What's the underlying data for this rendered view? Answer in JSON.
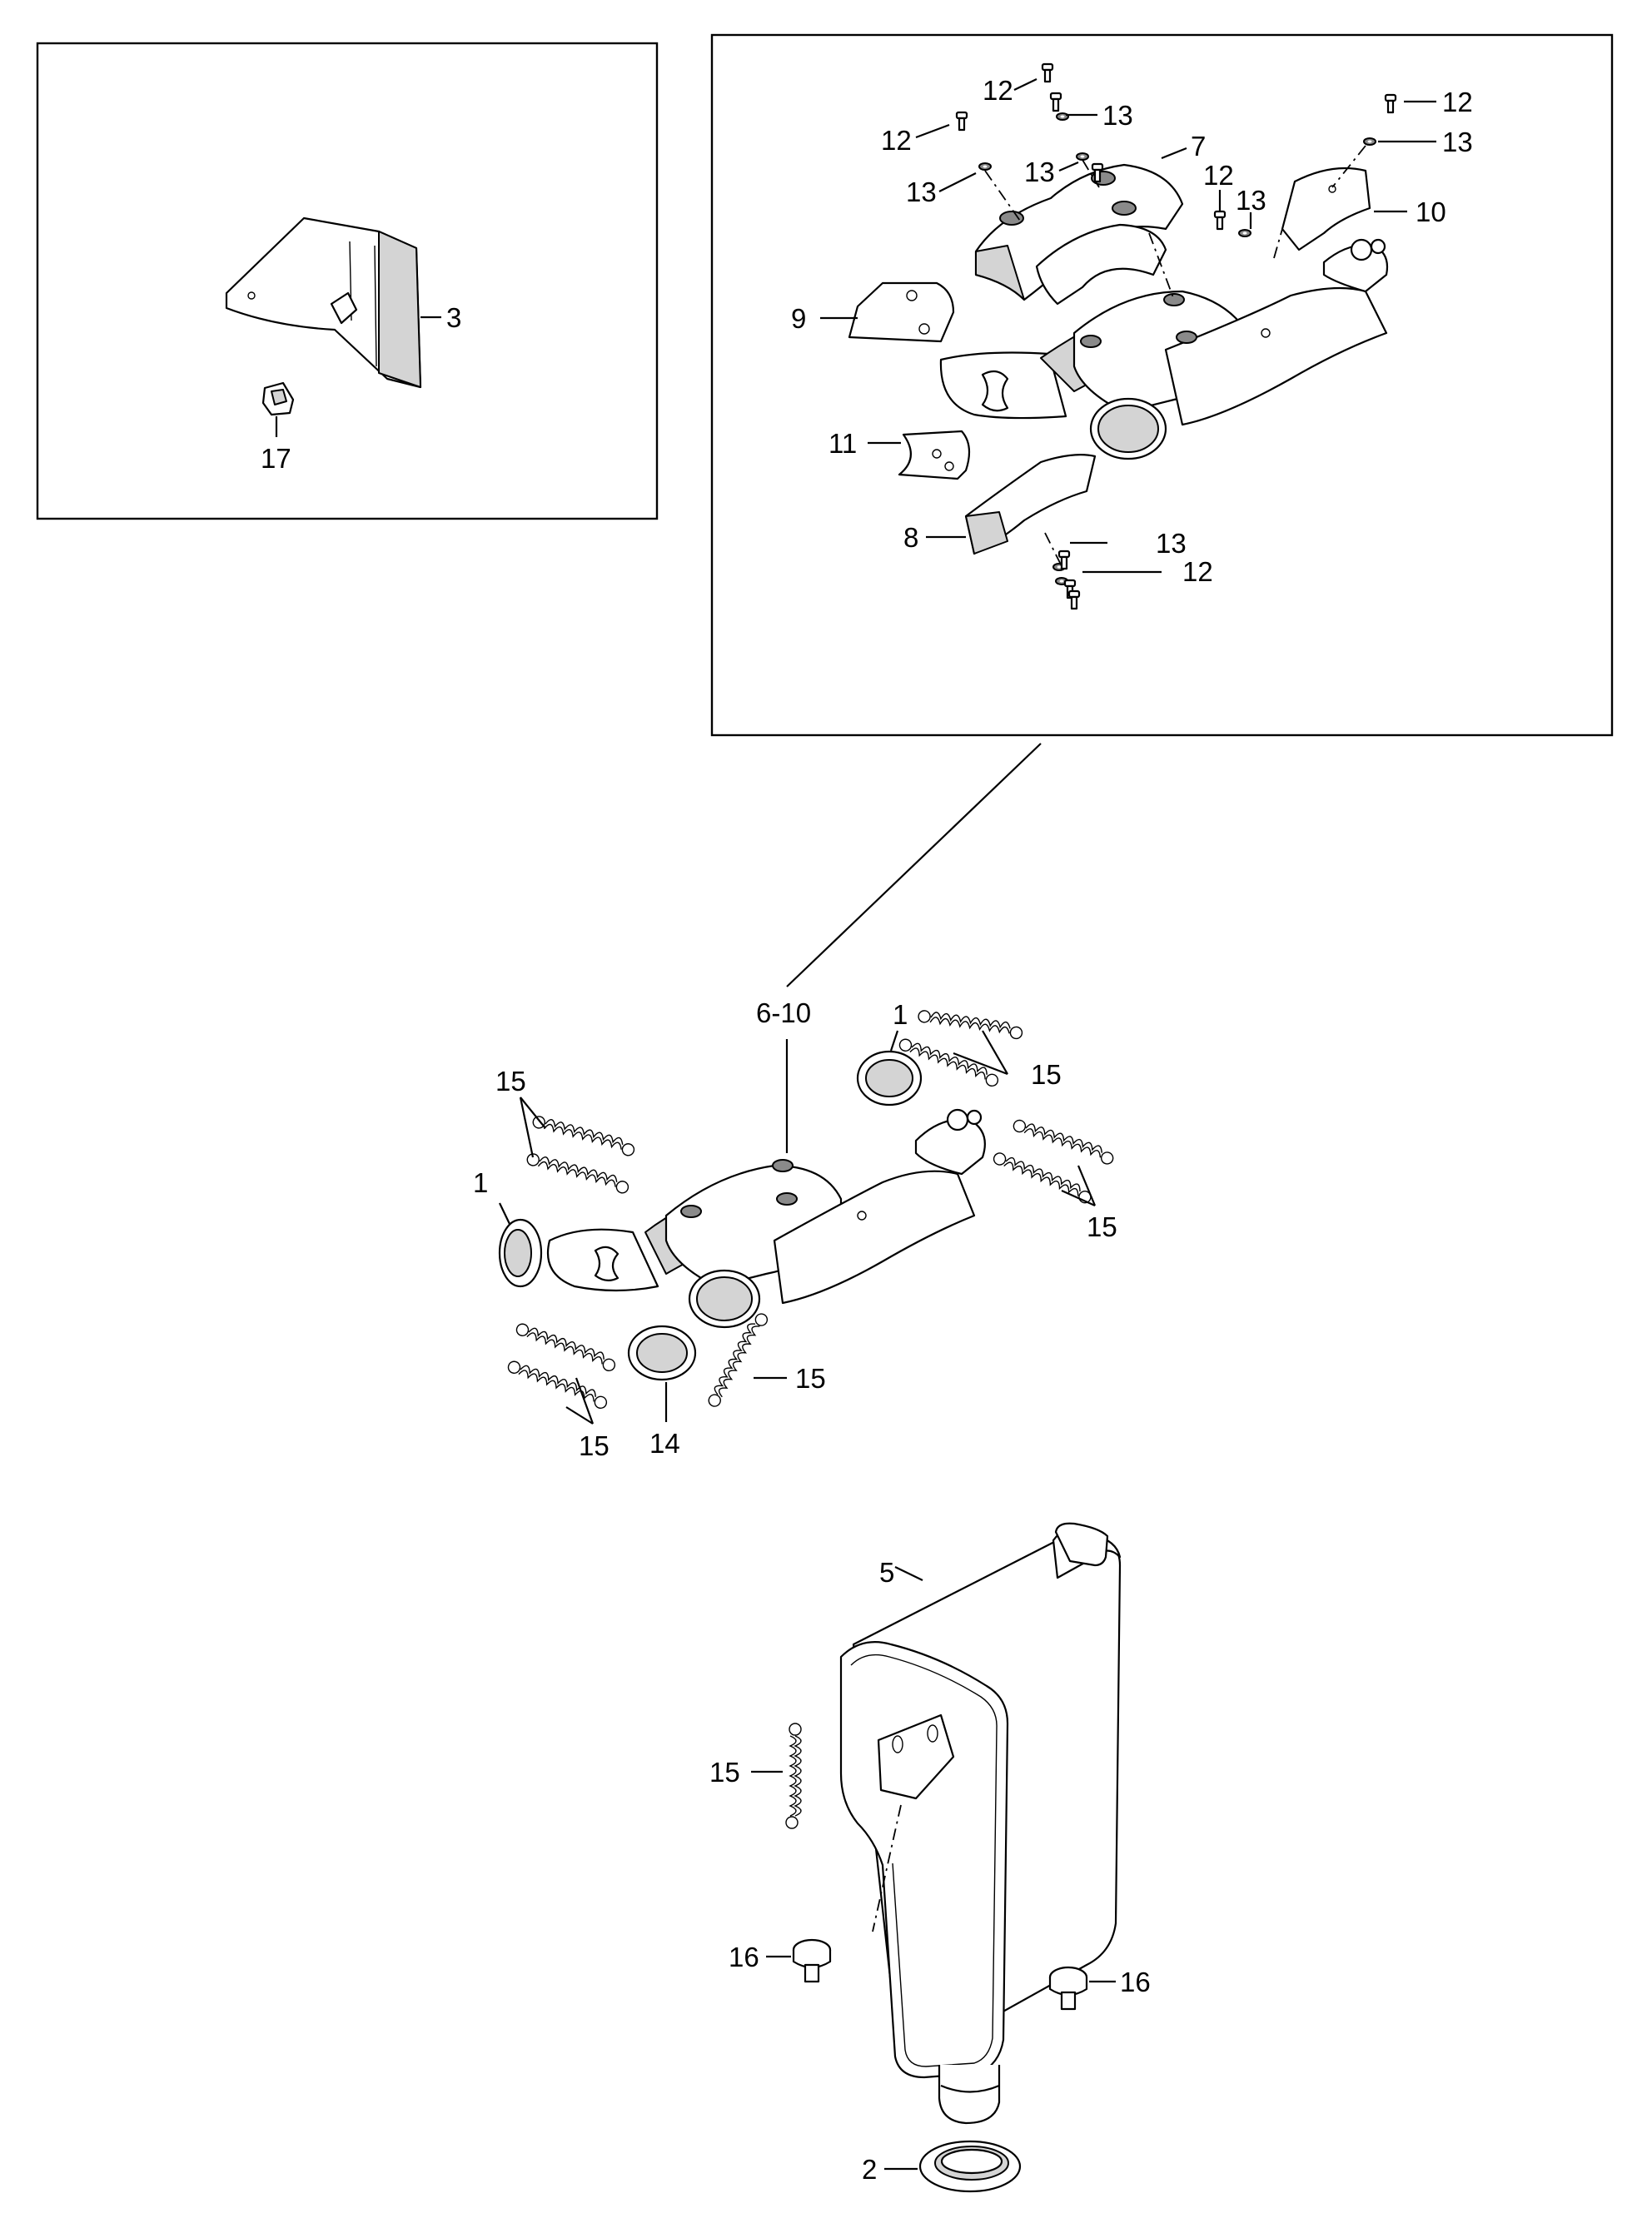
{
  "callouts": {
    "c3": "3",
    "c17": "17",
    "c12a": "12",
    "c12b": "12",
    "c12c": "12",
    "c12d": "12",
    "c12e": "12",
    "c13a": "13",
    "c13b": "13",
    "c13c": "13",
    "c13d": "13",
    "c13e": "13",
    "c13f": "13",
    "c7": "7",
    "c10": "10",
    "c9": "9",
    "c11": "11",
    "c8": "8",
    "c6_10": "6-10",
    "c1a": "1",
    "c1b": "1",
    "c15a": "15",
    "c15b": "15",
    "c15c": "15",
    "c15d": "15",
    "c15e": "15",
    "c15f": "15",
    "c14": "14",
    "c5": "5",
    "c16a": "16",
    "c16b": "16",
    "c2": "2"
  }
}
